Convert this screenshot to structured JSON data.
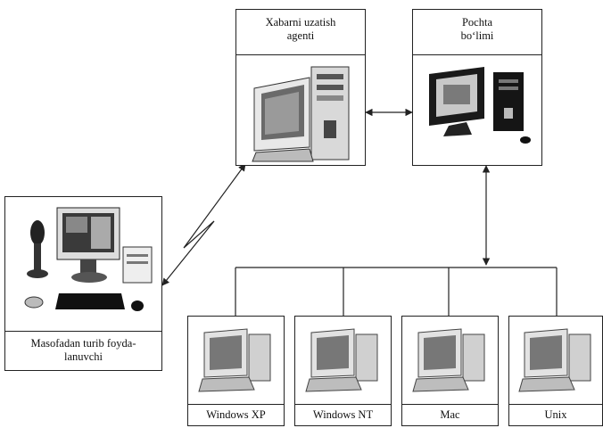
{
  "nodes": {
    "agent": {
      "line1": "Xabarni  uzatish",
      "line2": "agenti"
    },
    "post": {
      "line1": "Pochta",
      "line2": "bo‘limi"
    },
    "remote": {
      "line1": "Masofadan turib foyda-",
      "line2": "lanuvchi"
    },
    "clients": [
      {
        "label": "Windows XP"
      },
      {
        "label": "Windows NT"
      },
      {
        "label": "Mac"
      },
      {
        "label": "Unix"
      }
    ]
  },
  "colors": {
    "line": "#222222",
    "screen": "#3a3a3a",
    "case": "#d8d8d8",
    "dark": "#111111"
  }
}
